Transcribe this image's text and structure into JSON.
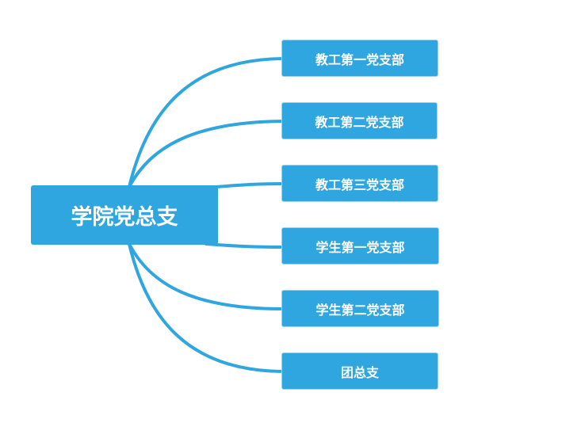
{
  "diagram": {
    "root": {
      "label": "学院党总支"
    },
    "branches": [
      {
        "label": "教工第一党支部"
      },
      {
        "label": "教工第二党支部"
      },
      {
        "label": "教工第三党支部"
      },
      {
        "label": "学生第一党支部"
      },
      {
        "label": "学生第二党支部"
      },
      {
        "label": "团总支"
      }
    ],
    "colors": {
      "node_fill": "#2fa6df",
      "connector": "#2fa6df",
      "node_border": "#9fd3ee"
    }
  }
}
